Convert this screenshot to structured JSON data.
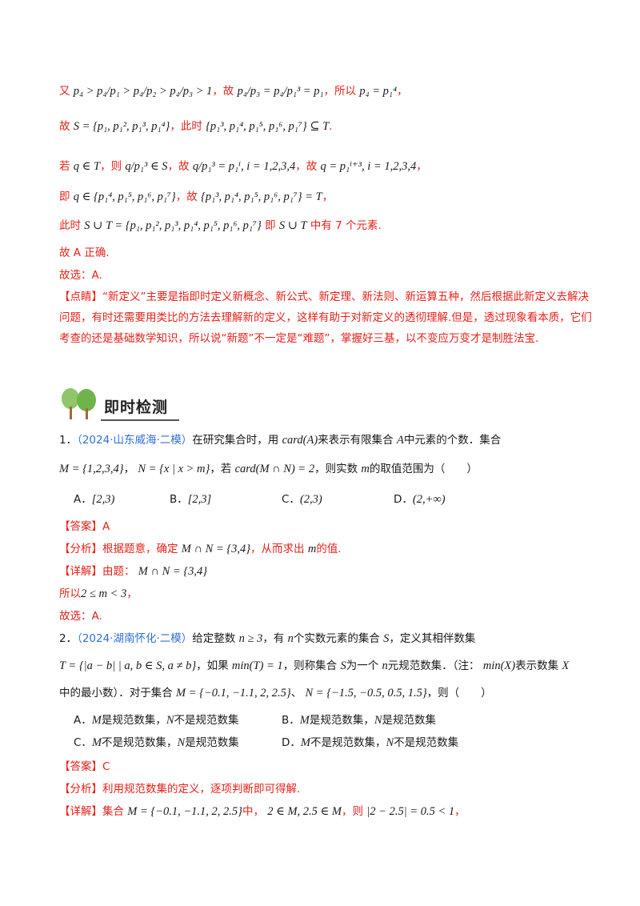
{
  "top": {
    "l1_prefix": "又",
    "l1_math_a": "p₄ > p₄/p₁ > p₄/p₂ > p₄/p₃ > 1",
    "l1_sep_a": "，故",
    "l1_math_b": "p₄/p₃ = p₄/p₁³ = p₁",
    "l1_sep_b": "，所以",
    "l1_math_c": "p₄ = p₁⁴",
    "l1_end": "，",
    "l2_prefix": "故",
    "l2_math_a": "S = {p₁, p₁², p₁³, p₁⁴}",
    "l2_sep": "，此时",
    "l2_math_b": "{p₁³, p₁⁴, p₁⁵, p₁⁶, p₁⁷} ⊆ T",
    "l2_end": ".",
    "l3_prefix": "若",
    "l3_math_a": "q ∈ T",
    "l3_sep_a": "，则",
    "l3_math_b": "q/p₁³ ∈ S",
    "l3_sep_b": "，故",
    "l3_math_c": "q/p₁³ = p₁ⁱ, i = 1,2,3,4",
    "l3_sep_c": "，故",
    "l3_math_d": "q = p₁ⁱ⁺³, i = 1,2,3,4",
    "l3_end": "，",
    "l4_prefix": "即",
    "l4_math_a": "q ∈ {p₁⁴, p₁⁵, p₁⁶, p₁⁷}",
    "l4_sep": "，故",
    "l4_math_b": "{p₁³, p₁⁴, p₁⁵, p₁⁶, p₁⁷} = T",
    "l4_end": "，",
    "l5_prefix": "此时",
    "l5_math_a": "S ∪ T = {p₁, p₁², p₁³, p₁⁴, p₁⁵, p₁⁶, p₁⁷}",
    "l5_sep": "即",
    "l5_math_b": "S ∪ T",
    "l5_end": "中有 7 个元素.",
    "l6": "故 A 正确.",
    "l7": "故选：A.",
    "note_label": "【点睛】",
    "note_text": "“新定义”主要是指即时定义新概念、新公式、新定理、新法则、新运算五种，然后根据此新定义去解决问题，有时还需要用类比的方法去理解新的定义，这样有助于对新定义的透彻理解.但是，透过现象看本质，它们考查的还是基础数学知识，所以说“新题”不一定是“难题”，掌握好三基，以不变应万变才是制胜法宝."
  },
  "banner": {
    "title": "即时检测"
  },
  "q1": {
    "num": "1．",
    "source": "（2024·山东威海·二模）",
    "text_a": "在研究集合时，用",
    "math_card": "card(A)",
    "text_b": "来表示有限集合",
    "math_A": "A",
    "text_c": "中元素的个数．集合",
    "math_M": "M = {1,2,3,4}",
    "sep_1": "，",
    "math_N": "N = {x | x > m}",
    "sep_2": "，若",
    "math_cond": "card(M ∩ N) = 2",
    "text_d": "，则实数",
    "math_m": "m",
    "text_e": "的取值范围为（　　）",
    "options": [
      {
        "label": "A．",
        "value": "[2,3)"
      },
      {
        "label": "B．",
        "value": "[2,3]"
      },
      {
        "label": "C．",
        "value": "(2,3)"
      },
      {
        "label": "D．",
        "value": "(2,+∞)"
      }
    ],
    "answer_label": "【答案】",
    "answer": "A",
    "analysis_label": "【分析】",
    "analysis_a": "根据题意，确定",
    "analysis_math": "M ∩ N = {3,4}",
    "analysis_b": "，从而求出",
    "analysis_m": "m",
    "analysis_c": "的值.",
    "detail_label": "【详解】",
    "detail_a": "由题：",
    "detail_math": "M ∩ N = {3,4}",
    "line_so": "所以",
    "line_so_math": "2 ≤ m < 3",
    "line_so_end": "，",
    "choose": "故选：A."
  },
  "q2": {
    "num": "2．",
    "source": "（2024·湖南怀化·二模）",
    "text_a": "给定整数",
    "math_n3": "n ≥ 3",
    "text_b": "，有",
    "math_n": "n",
    "text_c": "个实数元素的集合",
    "math_S": "S",
    "text_d": "，定义其相伴数集",
    "math_T": "T = {|a − b| | a, b ∈ S, a ≠ b}",
    "text_e": "，如果",
    "math_min": "min(T) = 1",
    "text_f": "，则称集合",
    "math_S2": "S",
    "text_g": "为一个",
    "math_n2": "n",
    "text_h": "元规范数集．（注：",
    "math_minX": "min(X)",
    "text_i": "表示数集",
    "math_X": "X",
    "text_j": "中的最小数）．对于集合",
    "math_M": "M = {−0.1, −1.1, 2, 2.5}",
    "sep_1": "、",
    "math_N": "N = {−1.5, −0.5, 0.5, 1.5}",
    "text_k": "，则（　　）",
    "options": [
      {
        "label": "A．",
        "m": "M",
        "t1": "是规范数集，",
        "n": "N",
        "t2": "不是规范数集"
      },
      {
        "label": "B．",
        "m": "M",
        "t1": "是规范数集，",
        "n": "N",
        "t2": "是规范数集"
      },
      {
        "label": "C．",
        "m": "M",
        "t1": "不是规范数集，",
        "n": "N",
        "t2": "是规范数集"
      },
      {
        "label": "D．",
        "m": "M",
        "t1": "不是规范数集，",
        "n": "N",
        "t2": "不是规范数集"
      }
    ],
    "answer_label": "【答案】",
    "answer": "C",
    "analysis_label": "【分析】",
    "analysis": "利用规范数集的定义，逐项判断即可得解.",
    "detail_label": "【详解】",
    "detail_a": "集合",
    "detail_math_a": "M = {−0.1, −1.1, 2, 2.5}",
    "detail_b": "中，",
    "detail_math_b": "2 ∈ M, 2.5 ∈ M",
    "detail_c": "，则",
    "detail_math_c": "|2 − 2.5| = 0.5 < 1",
    "detail_end": "，"
  }
}
